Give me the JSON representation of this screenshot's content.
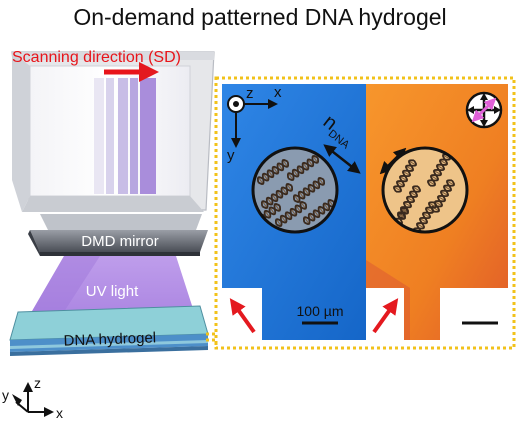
{
  "title": "On-demand patterned DNA hydrogel",
  "scan_label": "Scanning direction (SD)",
  "dmd_label": "DMD mirror",
  "uv_label": "UV light",
  "hydrogel_label": "DNA hydrogel",
  "axes_3d": {
    "z": "z",
    "y": "y",
    "x": "x"
  },
  "axes_micro": {
    "z": "z",
    "x": "x",
    "y": "y"
  },
  "n_symbol": "n",
  "n_subscript": "DNA",
  "scalebar_label": "100 µm",
  "colors": {
    "scan_arrow": "#e8141a",
    "uv_light": "#b490e6",
    "left_half": "#1c78d8",
    "right_half": "#f08a28",
    "dashed_border": "#f2c21a",
    "red_arrow": "#e4191f",
    "polarizer_arrow": "#e060d8"
  }
}
